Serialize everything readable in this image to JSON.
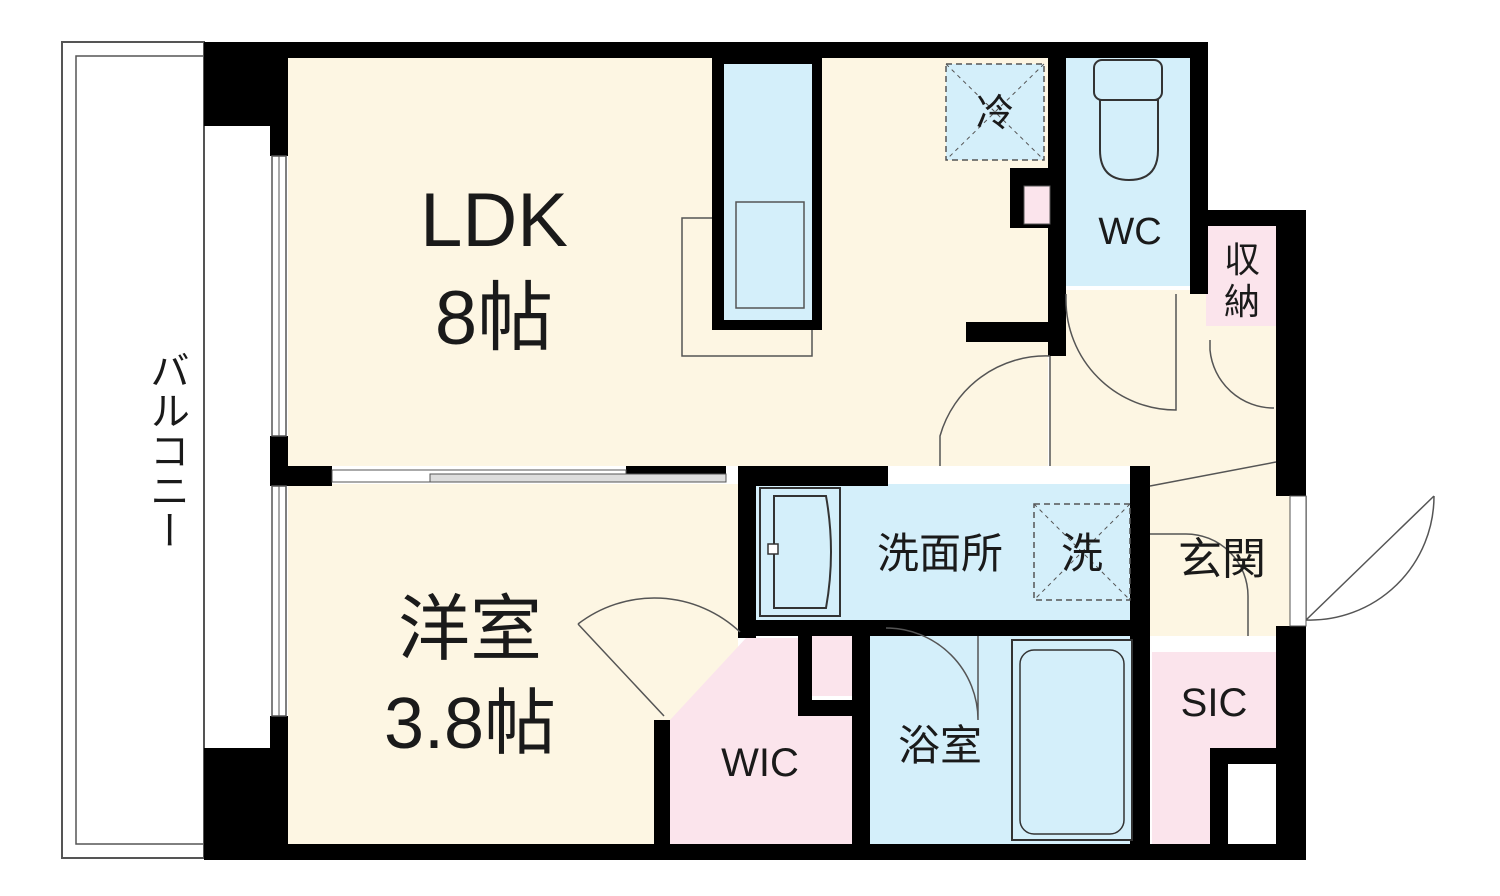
{
  "rooms": {
    "balcony": "バルコニー",
    "ldk_name": "LDK",
    "ldk_size": "8帖",
    "bedroom_name": "洋室",
    "bedroom_size": "3.8帖",
    "wc": "WC",
    "storage_top": "収",
    "storage_bottom": "納",
    "washroom": "洗面所",
    "washer_mark": "洗",
    "fridge_mark": "冷",
    "entrance": "玄関",
    "sic": "SIC",
    "wic": "WIC",
    "bathroom": "浴室"
  },
  "colors": {
    "wall": "#000000",
    "living_floor": "#fdf6e3",
    "wet_area": "#d4effa",
    "closet": "#fbe4ec",
    "outline": "#555555"
  }
}
